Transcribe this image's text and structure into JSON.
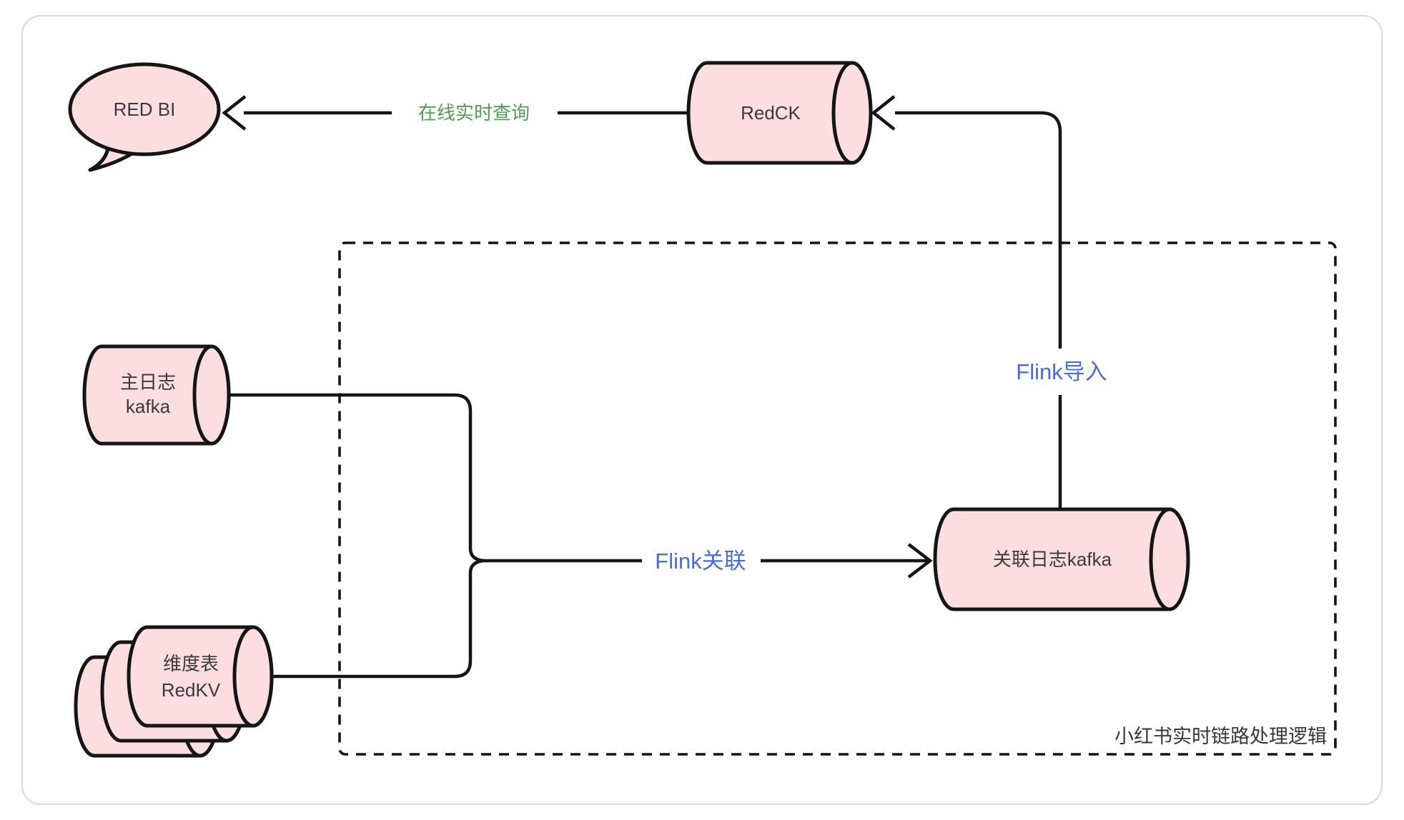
{
  "diagram": {
    "boundary_label": "小红书实时链路处理逻辑",
    "nodes": {
      "red_bi": {
        "label": "RED BI"
      },
      "redck": {
        "label": "RedCK"
      },
      "main_log_kafka": {
        "line1": "主日志",
        "line2": "kafka"
      },
      "dim_table_redkv": {
        "line1": "维度表",
        "line2": "RedKV"
      },
      "joined_log_kafka": {
        "label": "关联日志kafka"
      }
    },
    "edges": {
      "online_query": {
        "label": "在线实时查询"
      },
      "flink_import": {
        "label": "Flink导入"
      },
      "flink_join": {
        "label": "Flink关联"
      }
    },
    "colors": {
      "node_fill": "#fcdee1",
      "shape_stroke": "#151515",
      "blue_label": "#4a6ed0",
      "green_label": "#4f9e55",
      "node_text": "#3a3a3e",
      "card_border": "#d8d8dd"
    }
  }
}
